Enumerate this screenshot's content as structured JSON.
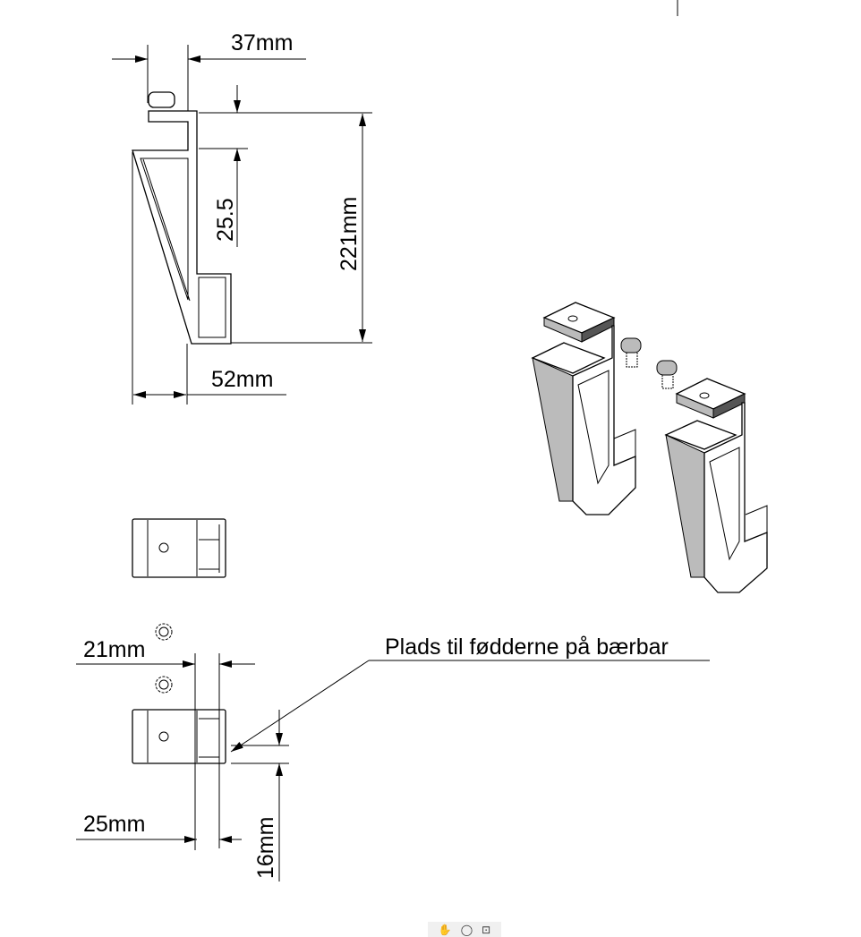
{
  "dimensions": {
    "top_width": "37mm",
    "hook_gap": "25.5",
    "height": "221mm",
    "depth": "52mm",
    "pocket_width": "21mm",
    "bottom_width": "25mm",
    "pocket_height": "16mm"
  },
  "annotation": "Plads til fødderne på bærbar",
  "toolbar": {
    "items": [
      {
        "name": "pan-hand-icon",
        "glyph": "✋"
      },
      {
        "name": "zoom-select-icon",
        "glyph": "◯"
      },
      {
        "name": "zoom-fit-icon",
        "glyph": "⊡"
      }
    ]
  }
}
